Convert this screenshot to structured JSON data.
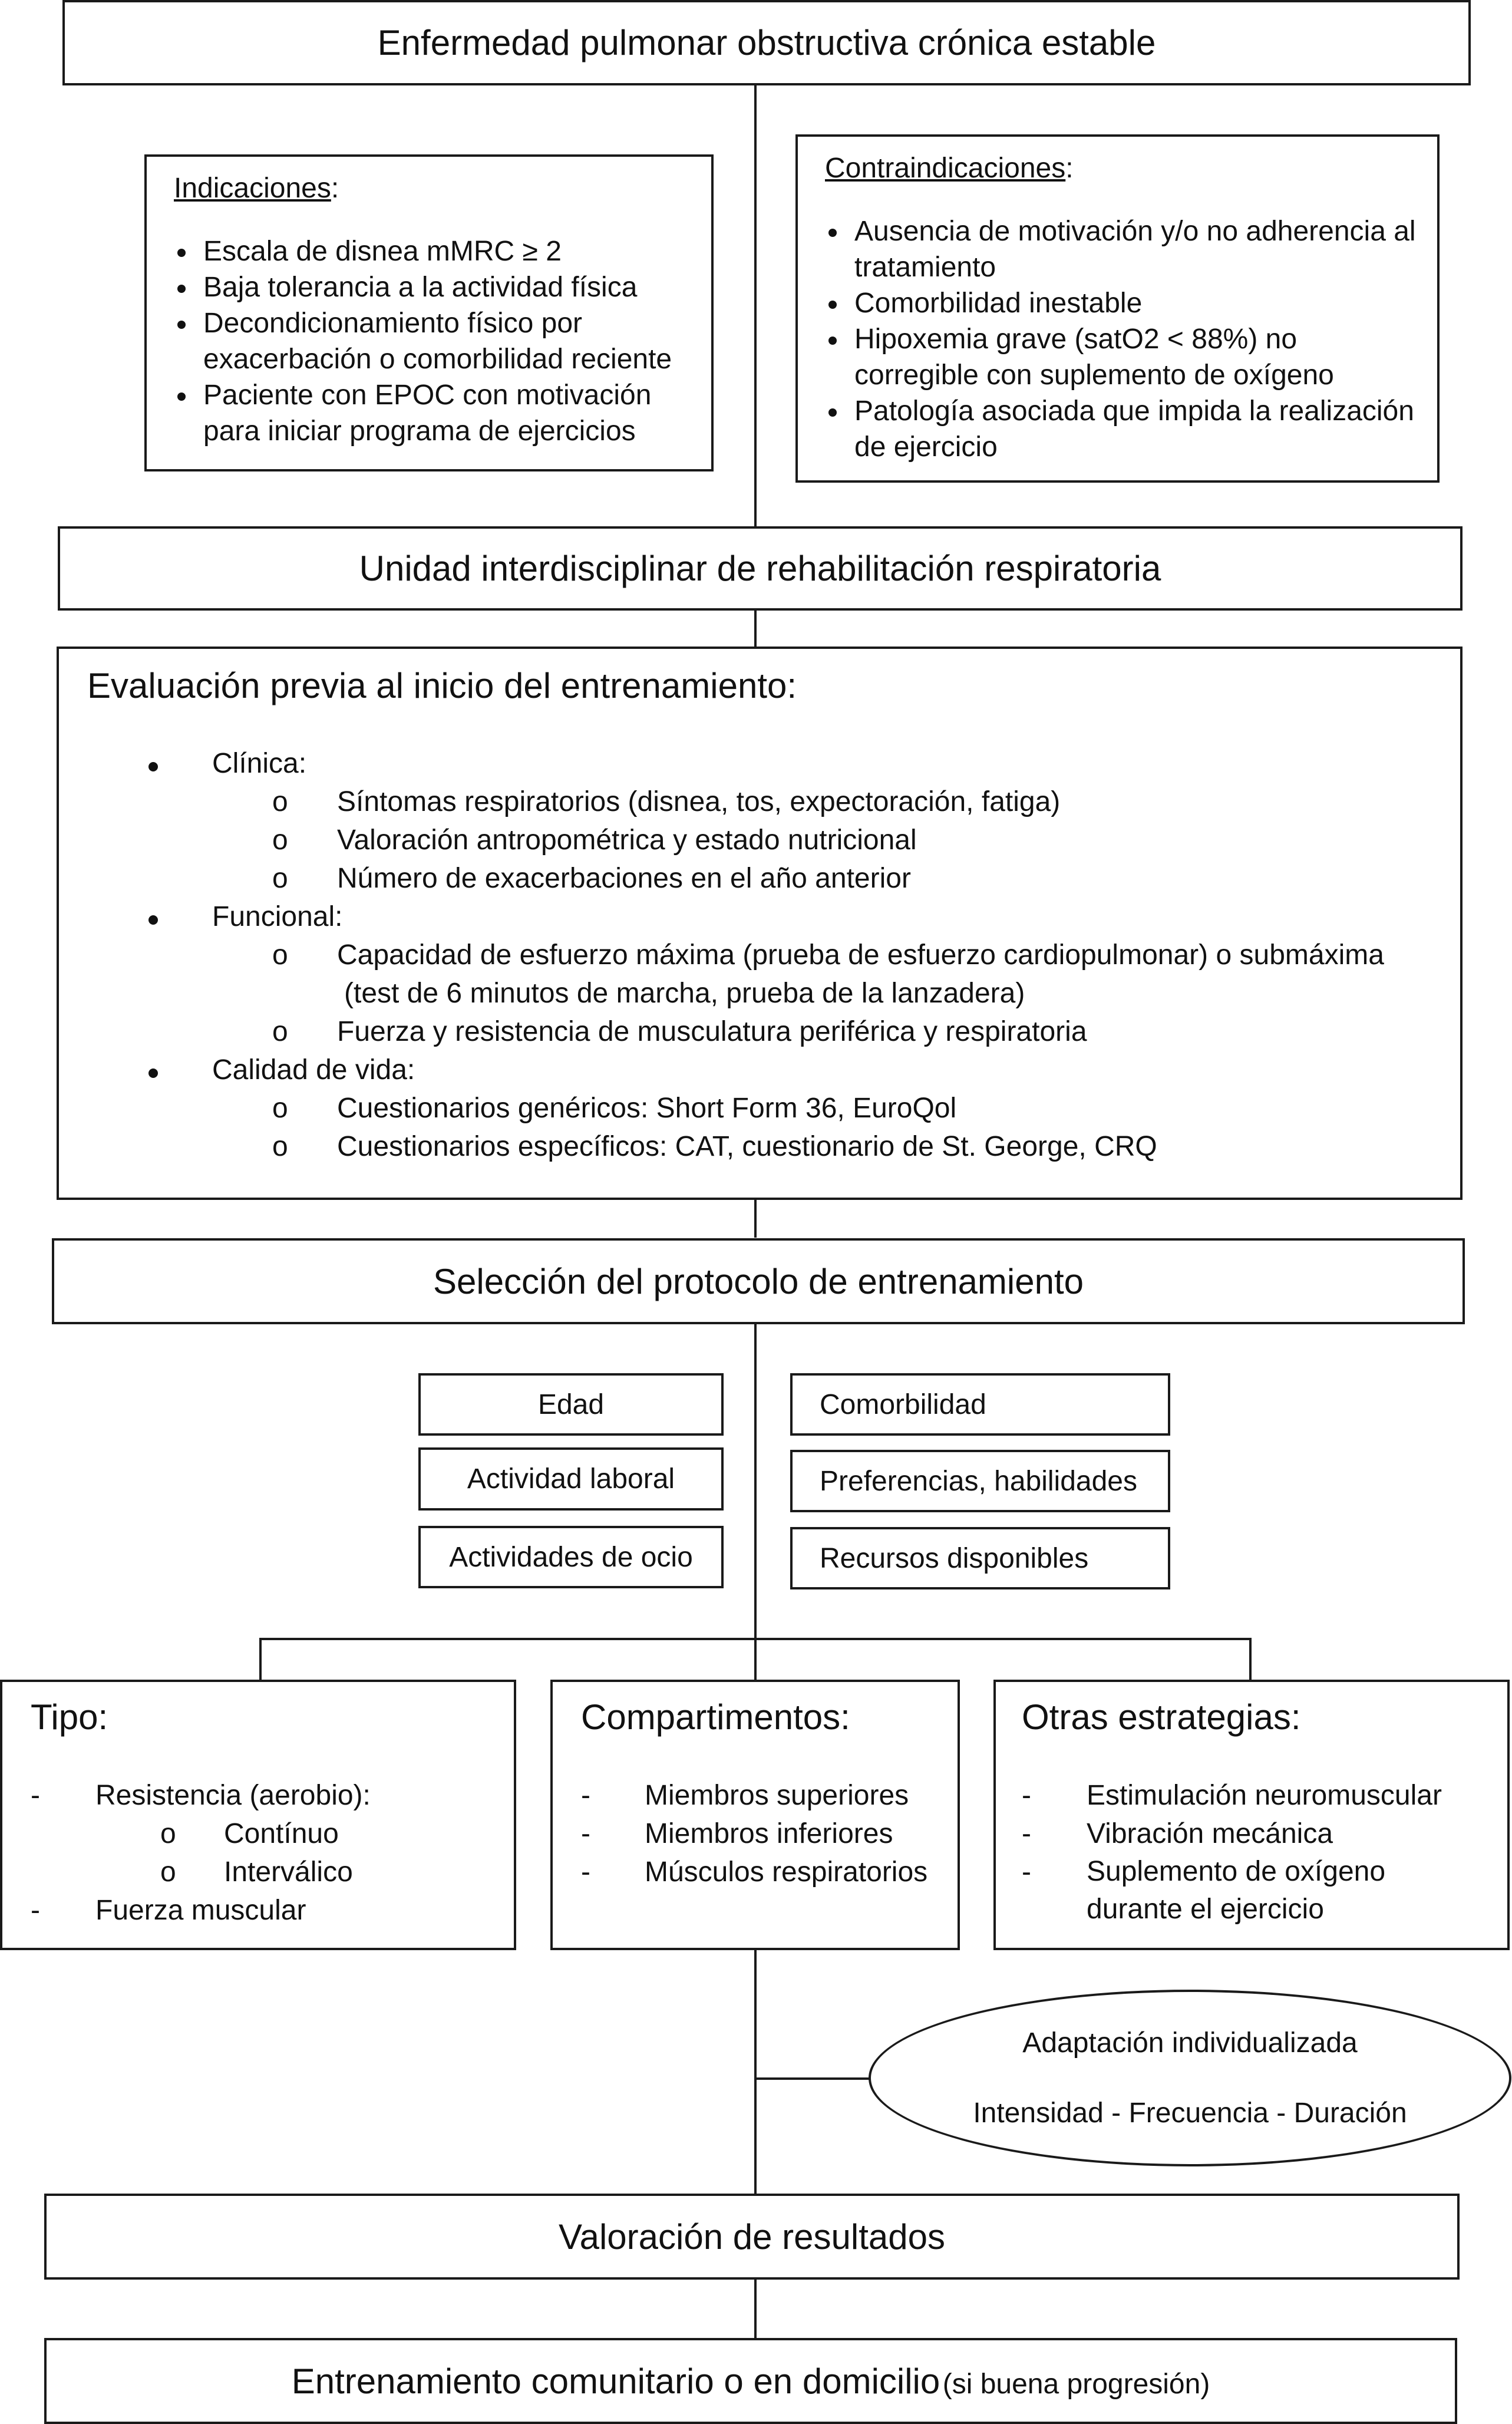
{
  "top_title": "Enfermedad pulmonar obstructiva crónica estable",
  "indicaciones": {
    "heading": "Indicaciones",
    "items": [
      "Escala de disnea mMRC ≥ 2",
      "Baja tolerancia a la actividad física",
      "Decondicionamiento físico por exacerbación o comorbilidad reciente",
      "Paciente con EPOC con motivación para iniciar programa de ejercicios"
    ]
  },
  "contraindicaciones": {
    "heading": "Contraindicaciones",
    "items": [
      "Ausencia de motivación y/o no adherencia al tratamiento",
      "Comorbilidad inestable",
      "Hipoxemia grave (satO2 < 88%) no corregible con suplemento de oxígeno",
      "Patología asociada que impida la realización de ejercicio"
    ]
  },
  "unidad": "Unidad interdisciplinar de rehabilitación respiratoria",
  "evaluacion": {
    "heading": "Evaluación previa al inicio del entrenamiento:",
    "clinica": "Clínica:",
    "clinica_items": [
      "Síntomas respiratorios (disnea, tos, expectoración, fatiga)",
      "Valoración antropométrica y estado nutricional",
      "Número de exacerbaciones en el año anterior"
    ],
    "funcional": "Funcional:",
    "funcional_item1_line1": "Capacidad de esfuerzo máxima (prueba de esfuerzo cardiopulmonar) o submáxima",
    "funcional_item1_line2": "(test de 6 minutos de marcha, prueba de la lanzadera)",
    "funcional_item2": "Fuerza y resistencia de musculatura periférica y respiratoria",
    "calidad": "Calidad de vida:",
    "calidad_items": [
      "Cuestionarios genéricos: Short Form 36, EuroQol",
      "Cuestionarios específicos: CAT, cuestionario de St. George, CRQ"
    ],
    "sub_marker": "o"
  },
  "seleccion": "Selección del protocolo de entrenamiento",
  "factores_izq": [
    "Edad",
    "Actividad laboral",
    "Actividades de ocio"
  ],
  "factores_der": [
    "Comorbilidad",
    "Preferencias, habilidades",
    "Recursos disponibles"
  ],
  "tipo": {
    "heading": "Tipo:",
    "resistencia": "Resistencia (aerobio):",
    "continuo": "Contínuo",
    "intervalico": "Interválico",
    "fuerza": "Fuerza muscular",
    "dash": "-",
    "sub_marker": "o"
  },
  "compartimentos": {
    "heading": "Compartimentos:",
    "items": [
      "Miembros superiores",
      "Miembros inferiores",
      "Músculos respiratorios"
    ]
  },
  "otras": {
    "heading": "Otras estrategias:",
    "items": [
      "Estimulación neuromuscular",
      "Vibración mecánica",
      "Suplemento de oxígeno durante el ejercicio"
    ]
  },
  "adaptacion": {
    "line1": "Adaptación individualizada",
    "line2": "Intensidad - Frecuencia - Duración"
  },
  "valoracion": "Valoración de resultados",
  "final": {
    "main": "Entrenamiento comunitario o en domicilio",
    "note": "(si buena progresión)"
  }
}
